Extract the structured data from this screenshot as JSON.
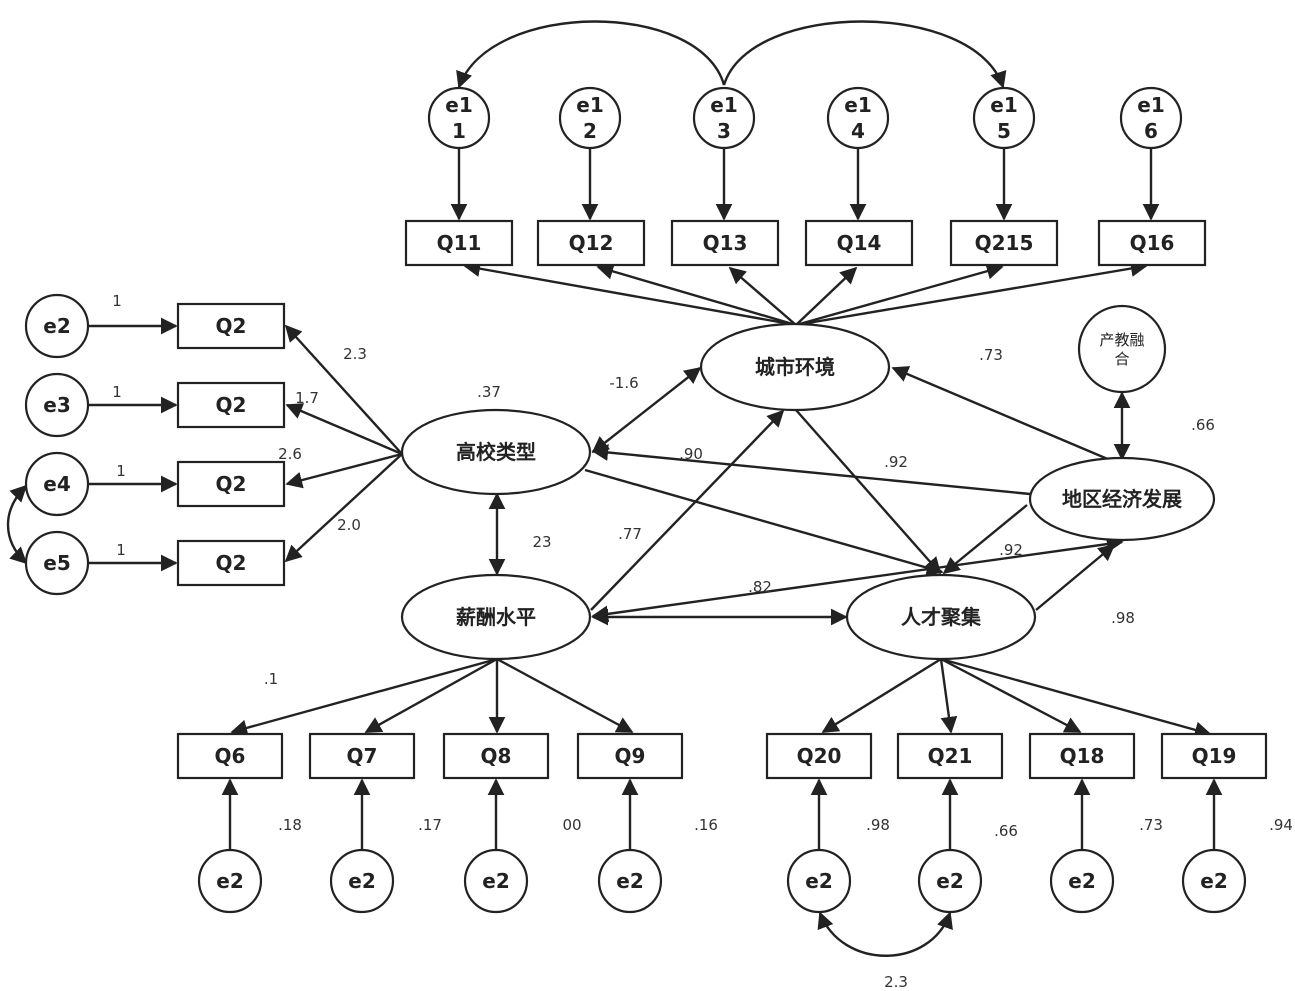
{
  "nodes": {
    "q11": "Q11",
    "q12": "Q12",
    "q13": "Q13",
    "q14": "Q14",
    "q215": "Q215",
    "q16": "Q16",
    "q2a": "Q2",
    "q2b": "Q2",
    "q2c": "Q2",
    "q2d": "Q2",
    "q6": "Q6",
    "q7": "Q7",
    "q8": "Q8",
    "q9": "Q9",
    "q20": "Q20",
    "q21": "Q21",
    "q18": "Q18",
    "q19": "Q19"
  },
  "latents": {
    "urban_env": "城市环境",
    "school_type": "高校类型",
    "salary": "薪酬水平",
    "talent": "人才聚集",
    "regional_econ": "地区经济发展",
    "industry_edu_line1": "产教融",
    "industry_edu_line2": "合"
  },
  "errors": {
    "e11": [
      "e1",
      "1"
    ],
    "e12": [
      "e1",
      "2"
    ],
    "e13": [
      "e1",
      "3"
    ],
    "e14": [
      "e1",
      "4"
    ],
    "e15": [
      "e1",
      "5"
    ],
    "e16": [
      "e1",
      "6"
    ],
    "left_1": "e2",
    "left_2": "e3",
    "left_3": "e4",
    "left_4": "e5",
    "b1": "e2",
    "b2": "e2",
    "b3": "e2",
    "b4": "e2",
    "b5": "e2",
    "b6": "e2",
    "b7": "e2",
    "b8": "e2"
  },
  "coefficients": {
    "left_e_1": "1",
    "left_e_2": "1",
    "left_e_3": "1",
    "left_e_4": "1",
    "load_q2a": "2.3",
    "load_q2b": "1.7",
    "load_q2c": "2.6",
    "load_q2d": "2.0",
    "school_r2": ".37",
    "school_to_urban": "-1.6",
    "econ_to_urban": ".73",
    "industry_econ": ".66",
    "econ_to_school": ".90",
    "urban_to_talent": ".92",
    "school_salary": "23",
    "salary_to_urban": ".77",
    "econ_to_talent": ".92",
    "salary_talent": ".82",
    "talent_to_econ": ".98",
    "salary_load": ".1",
    "q6_err": ".18",
    "q7_err": ".17",
    "q8_err": "00",
    "q9_err": ".16",
    "q20_err": ".98",
    "q21_err": ".66",
    "q18_err": ".73",
    "q19_err": ".94",
    "bottom_cov": "2.3"
  }
}
